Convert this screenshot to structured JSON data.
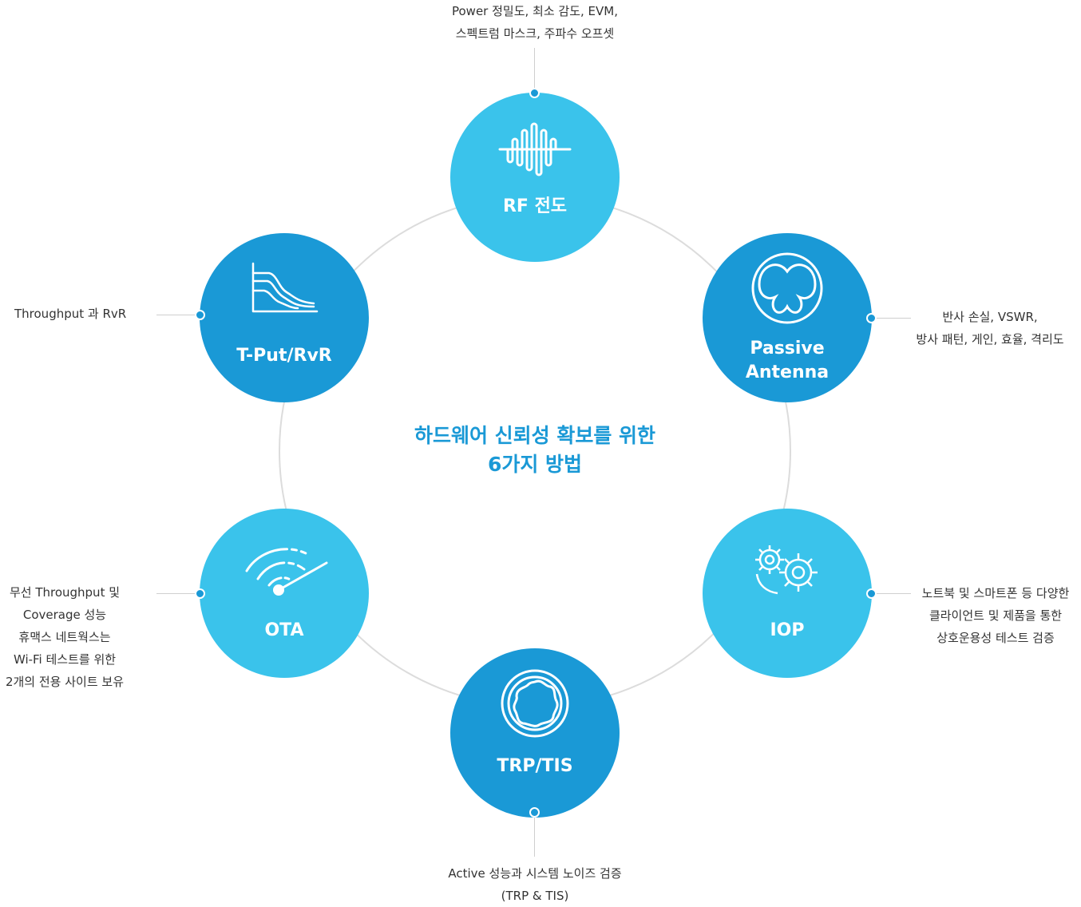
{
  "title": {
    "line1": "하드웨어 신뢰성 확보를 위한",
    "line2": "6가지 방법"
  },
  "colors": {
    "light_blue": "#3ac3eb",
    "dark_blue": "#1a99d6",
    "ring": "#dcdcdc",
    "text": "#333333"
  },
  "nodes": {
    "rf": {
      "label": "RF 전도",
      "icon": "waveform-icon",
      "desc": [
        "Power 정밀도, 최소 감도, EVM,",
        "스펙트럼 마스크, 주파수 오프셋"
      ]
    },
    "passive": {
      "label_line1": "Passive",
      "label_line2": "Antenna",
      "icon": "radiation-pattern-icon",
      "desc": [
        "반사 손실, VSWR,",
        "방사 패턴, 게인, 효율, 격리도"
      ]
    },
    "iop": {
      "label": "IOP",
      "icon": "gears-icon",
      "desc": [
        "노트북 및 스마트폰 등 다양한",
        "클라이언트 및 제품을 통한",
        "상호운용성 테스트 검증"
      ]
    },
    "trp": {
      "label": "TRP/TIS",
      "icon": "sphere-pattern-icon",
      "desc": [
        "Active 성능과 시스템 노이즈 검증",
        "(TRP & TIS)"
      ]
    },
    "ota": {
      "label": "OTA",
      "icon": "wifi-gauge-icon",
      "desc": [
        "무선 Throughput 및",
        "Coverage 성능",
        "휴맥스 네트웍스는",
        "Wi-Fi 테스트를 위한",
        "2개의 전용 사이트 보유"
      ]
    },
    "tput": {
      "label": "T-Put/RvR",
      "icon": "rate-vs-range-chart-icon",
      "desc": [
        "Throughput 과 RvR"
      ]
    }
  }
}
